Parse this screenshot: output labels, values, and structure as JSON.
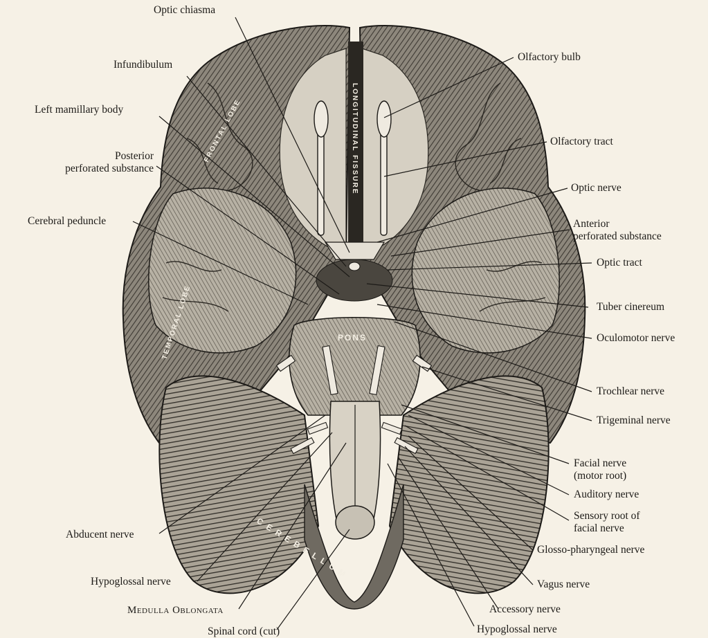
{
  "colors": {
    "paper": "#f6f1e6",
    "ink": "#1c1a17",
    "tissue_dark": "#3a3630",
    "tissue_mid": "#7a756c",
    "tissue_light": "#c9c3b6"
  },
  "region_labels": {
    "frontal_lobe": "FRONTAL LOBE",
    "longitudinal_fissure": "LONGITUDINAL FISSURE",
    "temporal_lobe": "TEMPORAL LOBE",
    "pons": "PONS",
    "cerebellum": "C E R E B E L L U M"
  },
  "labels_left": {
    "optic_chiasma": "Optic chiasma",
    "infundibulum": "Infundibulum",
    "left_mamillary_body": "Left mamillary body",
    "posterior_perforated_1": "Posterior",
    "posterior_perforated_2": "perforated substance",
    "cerebral_peduncle": "Cerebral peduncle",
    "abducent_nerve": "Abducent nerve",
    "hypoglossal_nerve_left": "Hypoglossal nerve",
    "medulla_oblongata": "Medulla Oblongata",
    "spinal_cord": "Spinal cord (cut)"
  },
  "labels_right": {
    "olfactory_bulb": "Olfactory bulb",
    "olfactory_tract": "Olfactory tract",
    "optic_nerve": "Optic nerve",
    "anterior_perforated_1": "Anterior",
    "anterior_perforated_2": "perforated substance",
    "optic_tract": "Optic tract",
    "tuber_cinereum": "Tuber cinereum",
    "oculomotor_nerve": "Oculomotor nerve",
    "trochlear_nerve": "Trochlear nerve",
    "trigeminal_nerve": "Trigeminal nerve",
    "facial_nerve_1": "Facial nerve",
    "facial_nerve_2": "(motor root)",
    "auditory_nerve": "Auditory nerve",
    "sensory_root_1": "Sensory root of",
    "sensory_root_2": "facial nerve",
    "glosso_pharyngeal": "Glosso-pharyngeal nerve",
    "vagus_nerve": "Vagus nerve",
    "accessory_nerve": "Accessory nerve",
    "hypoglossal_nerve_right": "Hypoglossal nerve"
  }
}
